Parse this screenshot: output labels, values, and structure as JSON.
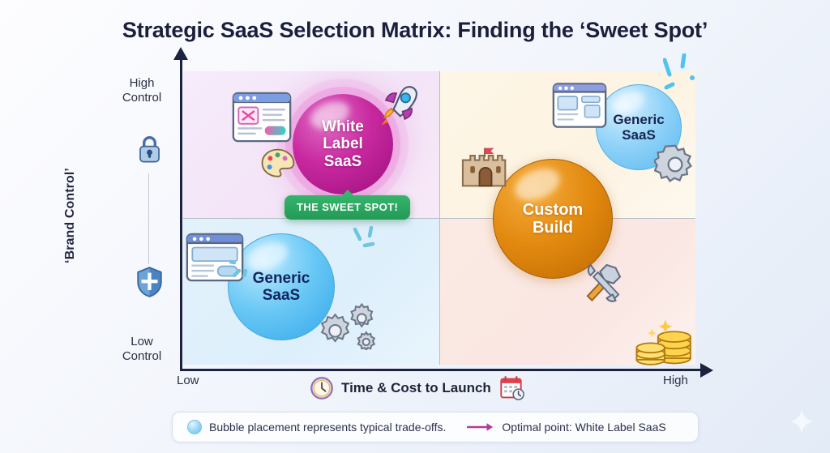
{
  "title": "Strategic SaaS Selection Matrix: Finding the ‘Sweet Spot’",
  "chart_data": {
    "type": "scatter",
    "title": "Strategic SaaS Selection Matrix: Finding the ‘Sweet Spot’",
    "xlabel": "Time & Cost to Launch",
    "ylabel": "‘Brand Control’",
    "x_ticks": [
      "Low",
      "High"
    ],
    "y_ticks": [
      "Low Control",
      "High Control"
    ],
    "grid": true,
    "quadrants": [
      {
        "position": "top-left",
        "color": "#f3e4f7"
      },
      {
        "position": "top-right",
        "color": "#fdf3e2"
      },
      {
        "position": "bottom-left",
        "color": "#ddeffb"
      },
      {
        "position": "bottom-right",
        "color": "#fae6e2"
      }
    ],
    "bubbles": [
      {
        "label": "White Label SaaS",
        "x": 0.42,
        "y": 0.82,
        "size": 124,
        "color": "#c8289f",
        "quadrant": "top-left",
        "highlight": true
      },
      {
        "label": "Custom Build",
        "x": 0.72,
        "y": 0.47,
        "size": 148,
        "color": "#e2890f",
        "quadrant": "right",
        "highlight": false
      },
      {
        "label": "Generic SaaS",
        "x": 0.2,
        "y": 0.22,
        "size": 132,
        "color": "#69c8f5",
        "quadrant": "bottom-left",
        "highlight": false
      },
      {
        "label": "Generic SaaS",
        "x": 0.92,
        "y": 0.86,
        "size": 106,
        "color": "#8fd2f8",
        "quadrant": "top-right",
        "highlight": false
      }
    ],
    "annotations": [
      {
        "text": "THE SWEET SPOT!",
        "target": "White Label SaaS",
        "color": "#239a56"
      }
    ]
  },
  "axes": {
    "y": {
      "title": "‘Brand Control’",
      "high_label_line1": "High",
      "high_label_line2": "Control",
      "low_label_line1": "Low",
      "low_label_line2": "Control",
      "top_icon": "lock-icon",
      "bottom_icon": "shield-icon"
    },
    "x": {
      "title": "Time & Cost to Launch",
      "low_label": "Low",
      "high_label": "High",
      "left_icon": "clock-icon",
      "right_icon": "calendar-clock-icon",
      "end_icon": "coin-stack-icon"
    }
  },
  "bubbles": {
    "white_label": {
      "line1": "White",
      "line2": "Label",
      "line3": "SaaS",
      "badge": "THE SWEET SPOT!"
    },
    "custom_build": {
      "line1": "Custom",
      "line2": "Build"
    },
    "generic_bottom_left": {
      "line1": "Generic",
      "line2": "SaaS"
    },
    "generic_top_right": {
      "line1": "Generic",
      "line2": "SaaS"
    }
  },
  "legend": {
    "items": [
      {
        "marker": "bubble-marker",
        "text": "Bubble placement represents typical trade-offs."
      },
      {
        "marker": "arrow-marker",
        "text": "Optimal point: White Label SaaS"
      }
    ]
  },
  "colors": {
    "accent_magenta": "#c8289f",
    "accent_orange": "#e2890f",
    "accent_blue": "#69c8f5",
    "accent_green": "#239a56",
    "axis": "#1b2340",
    "arrow": "#b5399c"
  }
}
